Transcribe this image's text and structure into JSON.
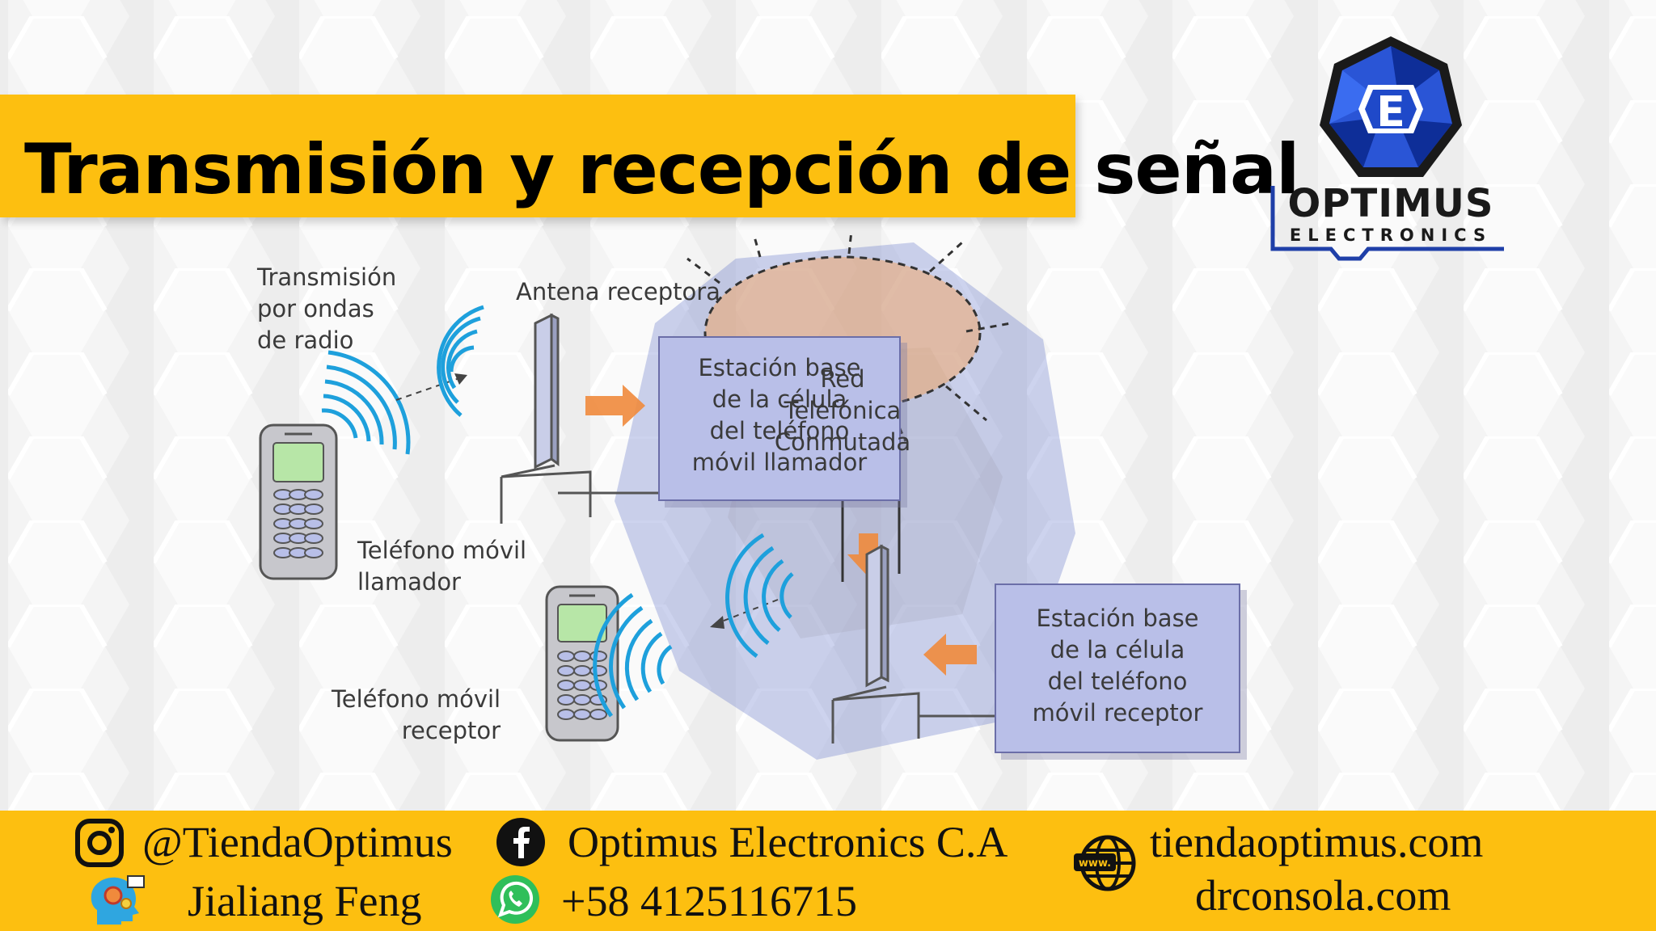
{
  "slide": {
    "title": "Transmisión y recepción de señal"
  },
  "diagram": {
    "label_transmission": [
      "Transmisión",
      "por ondas",
      "de radio"
    ],
    "label_antenna": "Antena receptora",
    "label_caller_phone": [
      "Teléfono móvil",
      "llamador"
    ],
    "label_receiver_phone": [
      "Teléfono móvil",
      "receptor"
    ],
    "box_caller_station": [
      "Estación base",
      "de la célula",
      "del teléfono",
      "móvil llamador"
    ],
    "box_network": [
      "Red",
      "Telefónica",
      "Conmutada"
    ],
    "box_receiver_station": [
      "Estación base",
      "de la célula",
      "del teléfono",
      "móvil receptor"
    ]
  },
  "logo": {
    "name": "OPTIMUS",
    "tagline": "ELECTRONICS",
    "letter": "E"
  },
  "footer": {
    "instagram": "@TiendaOptimus",
    "facebook": "Optimus Electronics C.A",
    "website1": "tiendaoptimus.com",
    "person": "Jialiang Feng",
    "whatsapp": "+58 4125116715",
    "website2": "drconsola.com"
  },
  "colors": {
    "accent_yellow": "#fdbf10",
    "wave_blue": "#1ea0dc",
    "box_fill": "#b9bfe8",
    "arrow_orange": "#f08a3c",
    "logo_blue": "#1f49c9"
  }
}
